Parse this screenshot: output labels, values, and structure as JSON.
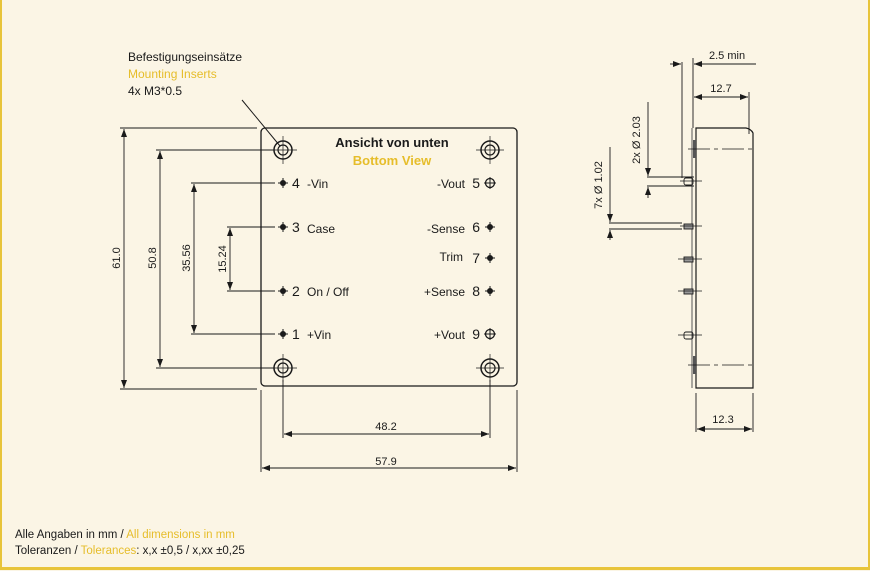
{
  "callout": {
    "de": "Befestigungseinsätze",
    "en": "Mounting Inserts",
    "spec": "4x M3*0.5"
  },
  "view_title": {
    "de": "Ansicht von unten",
    "en": "Bottom View"
  },
  "pins": [
    {
      "num": "1",
      "label": "+Vin"
    },
    {
      "num": "2",
      "label": "On / Off"
    },
    {
      "num": "3",
      "label": "Case"
    },
    {
      "num": "4",
      "label": "-Vin"
    },
    {
      "num": "5",
      "label": "-Vout"
    },
    {
      "num": "6",
      "label": "-Sense"
    },
    {
      "num": "7",
      "label": "Trim"
    },
    {
      "num": "8",
      "label": "+Sense"
    },
    {
      "num": "9",
      "label": "+Vout"
    }
  ],
  "dimensions": {
    "height_total": "61.0",
    "insert_spacing_v": "50.8",
    "pin_span_outer": "35.56",
    "pin_span_inner": "15.24",
    "insert_spacing_h": "48.2",
    "width_total": "57.9",
    "pin_length_min": "2.5 min",
    "side_depth_top": "12.7",
    "large_pin_dia": "2x Ø 2.03",
    "small_pin_dia": "7x Ø 1.02",
    "side_depth_bottom": "12.3"
  },
  "footer": {
    "line1_de": "Alle Angaben in mm / ",
    "line1_en": "All dimensions in mm",
    "line2_de": "Toleranzen / ",
    "line2_en": "Tolerances",
    "line2_values": ": x,x ±0,5 / x,xx ±0,25"
  },
  "colors": {
    "background": "#fbf5e5",
    "accent": "#e6bd2a",
    "ink": "#1a1a1a"
  }
}
